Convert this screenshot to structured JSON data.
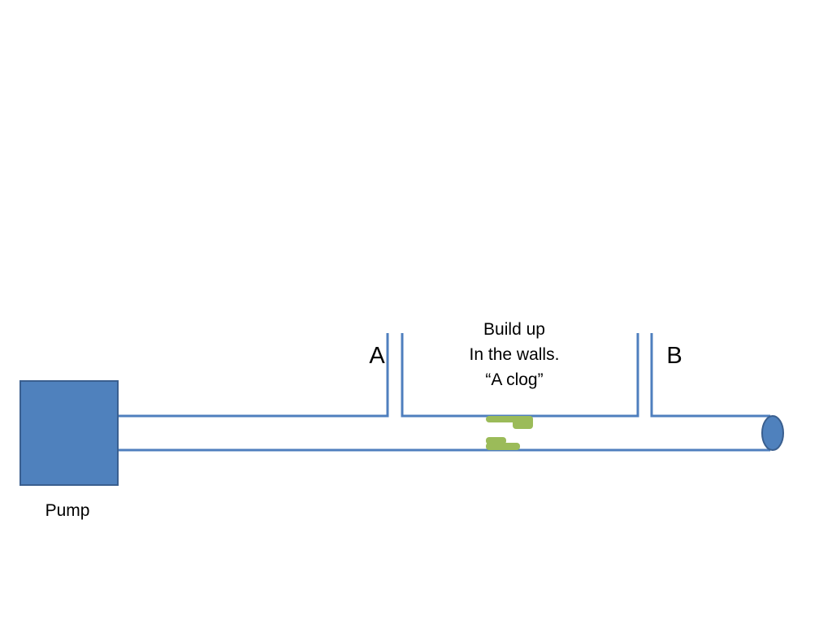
{
  "labels": {
    "pump": "Pump",
    "tap_a": "A",
    "tap_b": "B",
    "clog_note": [
      "Build up",
      "In the walls.",
      "“A clog”"
    ]
  },
  "colors": {
    "pipe": "#4f7fbe",
    "pump_fill": "#4f81bd",
    "pump_border": "#3a5f8f",
    "clog": "#9bbb59",
    "outlet_fill": "#4f81bd"
  }
}
